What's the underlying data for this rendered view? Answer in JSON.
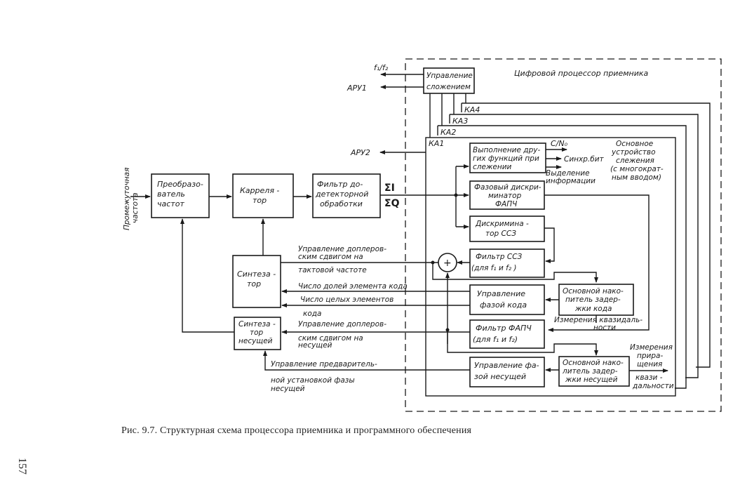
{
  "figure": {
    "caption": "Рис. 9.7. Структурная схема процессора приемника и программного обеспечения",
    "page_number": "157",
    "processor_title": "Цифровой процессор приемника",
    "input_label": [
      "Промежуточная",
      "частота"
    ],
    "blocks": {
      "freq_converter": [
        "Преобразо-",
        "ватель",
        "частот"
      ],
      "correlator": [
        "Карреля -",
        "тор"
      ],
      "predetect_filter": [
        "Фильтр до-",
        "детекторной",
        "обработки"
      ],
      "synthesizer": [
        "Синтеза -",
        "тор"
      ],
      "carrier_synth": [
        "Синтеза -",
        "тор",
        "несущей"
      ],
      "combine_control": [
        "Управление",
        "сложением"
      ],
      "other_functions": [
        "Выполнение дру-",
        "гих функций при",
        "слежении"
      ],
      "pll_discriminator": [
        "Фазовый дискри-",
        "минатор",
        "ФАПЧ"
      ],
      "dll_discriminator": [
        "Дискримина -",
        "тор ССЗ"
      ],
      "dll_filter": [
        "Фильтр ССЗ",
        "(для f₁ и f₂ )"
      ],
      "code_phase_control": [
        "Управление",
        "фазой кода"
      ],
      "code_delay_acc": [
        "Основной нако-",
        "питель задер-",
        "жки кода"
      ],
      "pll_filter": [
        "Фильтр ФАПЧ",
        "(для f₁ и f₂)"
      ],
      "carrier_phase_control": [
        "Управление фа-",
        "зой несущей"
      ],
      "carrier_delay_acc": [
        "Основной нако-",
        "литель задер-",
        "жки несущей"
      ]
    },
    "channels": [
      "КА1",
      "КА2",
      "КА3",
      "КА4"
    ],
    "signals": {
      "sum_i": "ΣI",
      "sum_q": "ΣQ",
      "f1f2": "f₁/f₂",
      "agc1": "АРУ1",
      "agc2": "АРУ2",
      "cn0": "C/N₀",
      "bit_sync": "Синхр.бит",
      "data_extract": [
        "Выделение",
        "информации"
      ],
      "main_tracking": [
        "Основное",
        "устройство",
        "слежения",
        "(с многократ-",
        "ным вводом)"
      ],
      "pseudorange": [
        "Измерения квазидаль-",
        "ности"
      ],
      "delta_range": [
        "Измерения",
        "прира-",
        "щения",
        "квази -",
        "дальности"
      ],
      "summer": "+"
    },
    "control_labels": {
      "doppler_clock": [
        "Управление доплеров-",
        "ским сдвигом на",
        "тактовой частоте"
      ],
      "chip_fraction": "Число долей элемента кода",
      "chip_integer": [
        "Число целых элементов",
        "кода"
      ],
      "doppler_carrier": [
        "Управление доплеров-",
        "ским сдвигом на",
        "несущей"
      ],
      "carrier_preset": [
        "Управление предваритель-",
        "ной установкой фазы",
        "несущей"
      ]
    }
  }
}
